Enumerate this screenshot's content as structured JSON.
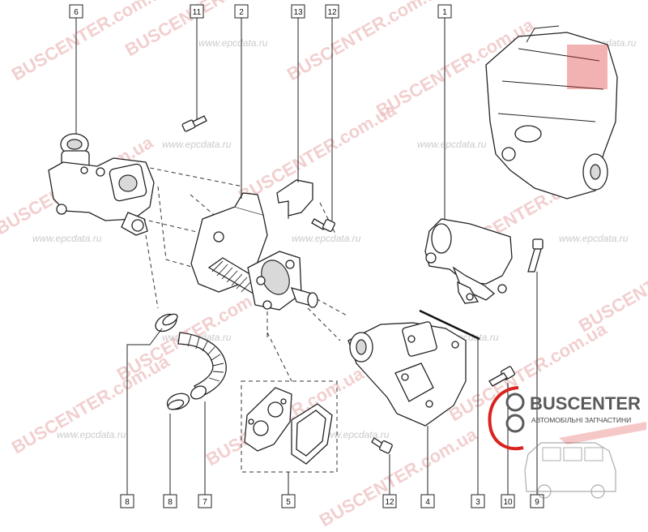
{
  "callouts": [
    {
      "id": "c6",
      "label": "6"
    },
    {
      "id": "c11",
      "label": "11"
    },
    {
      "id": "c2",
      "label": "2"
    },
    {
      "id": "c13",
      "label": "13"
    },
    {
      "id": "c12top",
      "label": "12"
    },
    {
      "id": "c1",
      "label": "1"
    },
    {
      "id": "c8a",
      "label": "8"
    },
    {
      "id": "c8b",
      "label": "8"
    },
    {
      "id": "c7",
      "label": "7"
    },
    {
      "id": "c5",
      "label": "5"
    },
    {
      "id": "c12bot",
      "label": "12"
    },
    {
      "id": "c4",
      "label": "4"
    },
    {
      "id": "c3",
      "label": "3"
    },
    {
      "id": "c10",
      "label": "10"
    },
    {
      "id": "c9",
      "label": "9"
    }
  ],
  "watermarks": {
    "brand": "BUSCENTER.com.ua",
    "site": "www.epcdata.ru"
  },
  "logo": {
    "name": "BUSCENTER",
    "tagline": "АВТОМОБІЛЬНІ ЗАПЧАСТИНИ"
  },
  "colors": {
    "watermark_brand": "#e8a8a8",
    "logo_accent": "#d9231f",
    "line": "#222222"
  }
}
